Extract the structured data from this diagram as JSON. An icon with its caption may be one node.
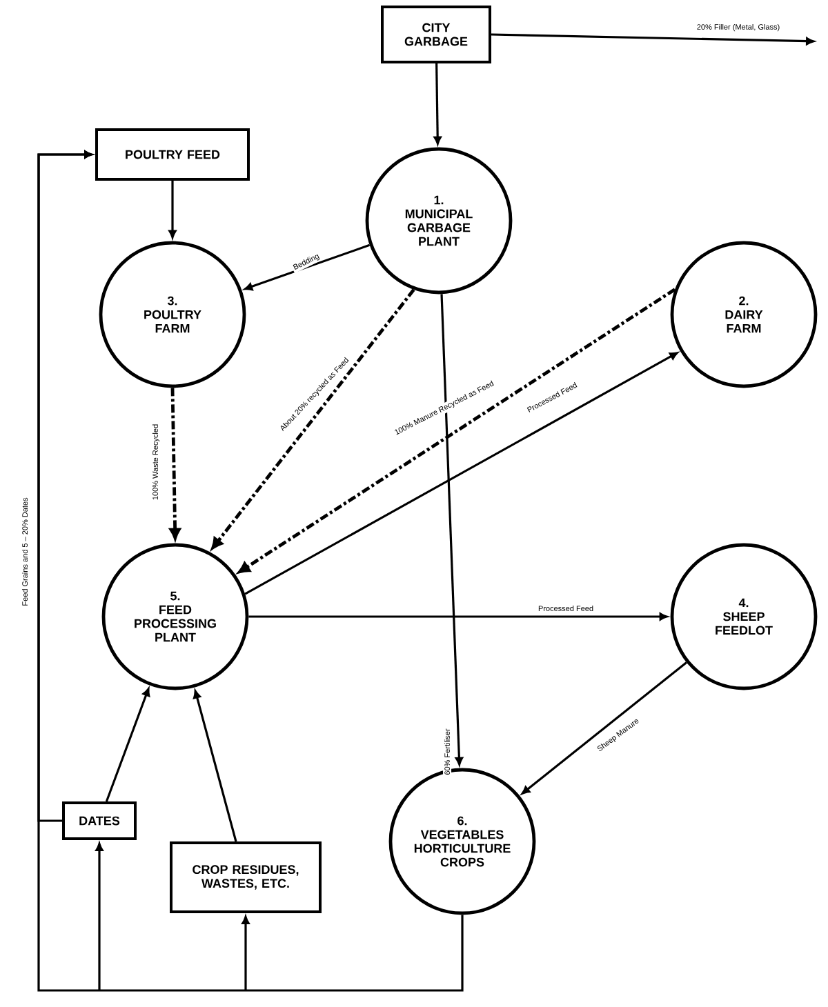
{
  "diagram": {
    "nodes": [
      {
        "text": [
          "CITY GARBAGE"
        ]
      },
      {
        "text": [
          "1.",
          "MUNICIPAL GARBAGE PLANT"
        ]
      },
      {
        "text": [
          "POULTRY FEED"
        ]
      },
      {
        "text": [
          "3.",
          "POULTRY FARM"
        ]
      },
      {
        "text": [
          "2.",
          "DAIRY FARM"
        ]
      },
      {
        "text": [
          "5.",
          "FEED PROCESSING PLANT"
        ]
      },
      {
        "text": [
          "4.",
          "SHEEP FEEDLOT"
        ]
      },
      {
        "text": [
          "6.",
          "VEGETABLES HORTICULTURE CROPS"
        ]
      },
      {
        "text": [
          "DATES"
        ]
      },
      {
        "text": [
          "CROP RESIDUES, WASTES, ETC."
        ]
      }
    ],
    "edges": [
      {
        "from": 0,
        "to": 1,
        "arrow": "to"
      },
      {
        "from": 0,
        "to": null,
        "arrow": "to",
        "label": "20% Filler (Metal, Glass)"
      },
      {
        "from": 2,
        "to": 3,
        "arrow": "to"
      },
      {
        "from": 1,
        "to": 3,
        "arrow": "to",
        "label": "Bedding"
      },
      {
        "from": 3,
        "to": 5,
        "arrow": "to",
        "style": "dashed",
        "label": "100% Waste Recycled"
      },
      {
        "from": 1,
        "to": 5,
        "arrow": "to",
        "style": "dashed",
        "label": "About 20% recycled as Feed"
      },
      {
        "from": 4,
        "to": 5,
        "arrow": "to",
        "style": "dashed",
        "label": "100% Manure Recycled as Feed"
      },
      {
        "from": 5,
        "to": 4,
        "arrow": "to",
        "label": "Processed Feed"
      },
      {
        "from": 5,
        "to": 6,
        "arrow": "to",
        "label": "Processed Feed"
      },
      {
        "from": 1,
        "to": 7,
        "arrow": "to",
        "label": "60% Fertiliser"
      },
      {
        "from": 6,
        "to": 7,
        "arrow": "to",
        "label": "Sheep Manure"
      },
      {
        "from": 8,
        "to": 5,
        "arrow": "to"
      },
      {
        "from": 9,
        "to": 5,
        "arrow": "to"
      },
      {
        "from": 7,
        "to": 2,
        "arrow": "to",
        "label": "Feed Grains and 5 – 20% Dates"
      },
      {
        "from": 7,
        "to": 8,
        "arrow": "to"
      },
      {
        "from": 7,
        "to": 9,
        "arrow": "to"
      },
      {
        "from": 8,
        "to": 2,
        "arrow": "to"
      }
    ]
  }
}
